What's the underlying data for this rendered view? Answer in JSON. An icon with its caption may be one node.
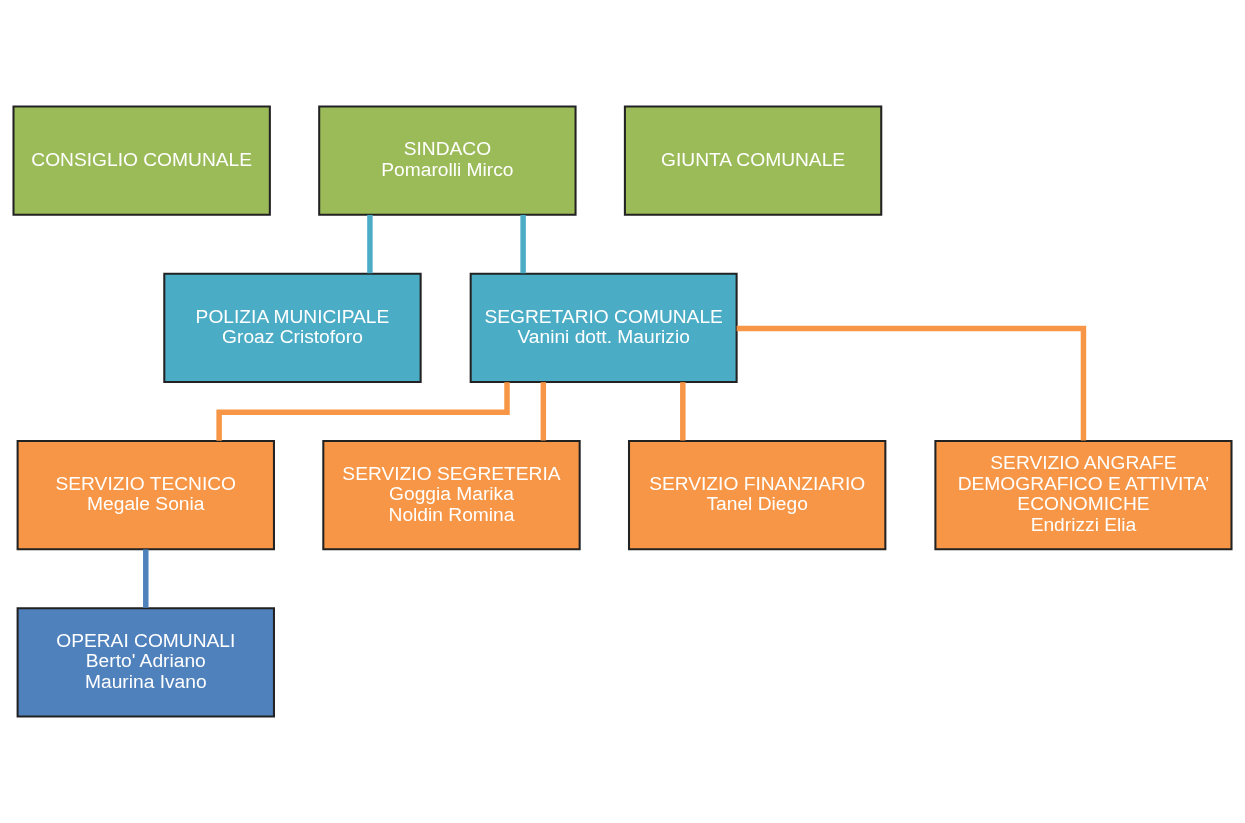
{
  "diagram": {
    "nodes": [
      {
        "text": [
          "CONSIGLIO COMUNALE"
        ]
      },
      {
        "text": [
          "SINDACO",
          "Pomarolli Mirco"
        ]
      },
      {
        "text": [
          "GIUNTA COMUNALE"
        ]
      },
      {
        "text": [
          "POLIZIA MUNICIPALE",
          "Groaz Cristoforo"
        ]
      },
      {
        "text": [
          "SEGRETARIO COMUNALE",
          "Vanini dott. Maurizio"
        ]
      },
      {
        "text": [
          "SERVIZIO TECNICO",
          "Megale Sonia"
        ]
      },
      {
        "text": [
          "SERVIZIO SEGRETERIA",
          "Goggia Marika",
          "Noldin Romina"
        ]
      },
      {
        "text": [
          "SERVIZIO FINANZIARIO",
          "Tanel Diego"
        ]
      },
      {
        "text": [
          "SERVIZIO ANGRAFE DEMOGRAFICO E ATTIVITA’ ECONOMICHE",
          "Endrizzi Elia"
        ]
      },
      {
        "text": [
          "OPERAI COMUNALI",
          "Berto' Adriano",
          "Maurina Ivano"
        ]
      }
    ],
    "edges": [
      {
        "from": 1,
        "to": 3,
        "arrow": "none",
        "color": "#4bacc6"
      },
      {
        "from": 1,
        "to": 4,
        "arrow": "none",
        "color": "#4bacc6"
      },
      {
        "from": 4,
        "to": 5,
        "arrow": "none"
      },
      {
        "from": 4,
        "to": 6,
        "arrow": "none"
      },
      {
        "from": 4,
        "to": 7,
        "arrow": "none"
      },
      {
        "from": 4,
        "to": 8,
        "arrow": "none"
      },
      {
        "from": 5,
        "to": 9,
        "arrow": "none",
        "color": "#4f81bd"
      }
    ]
  }
}
